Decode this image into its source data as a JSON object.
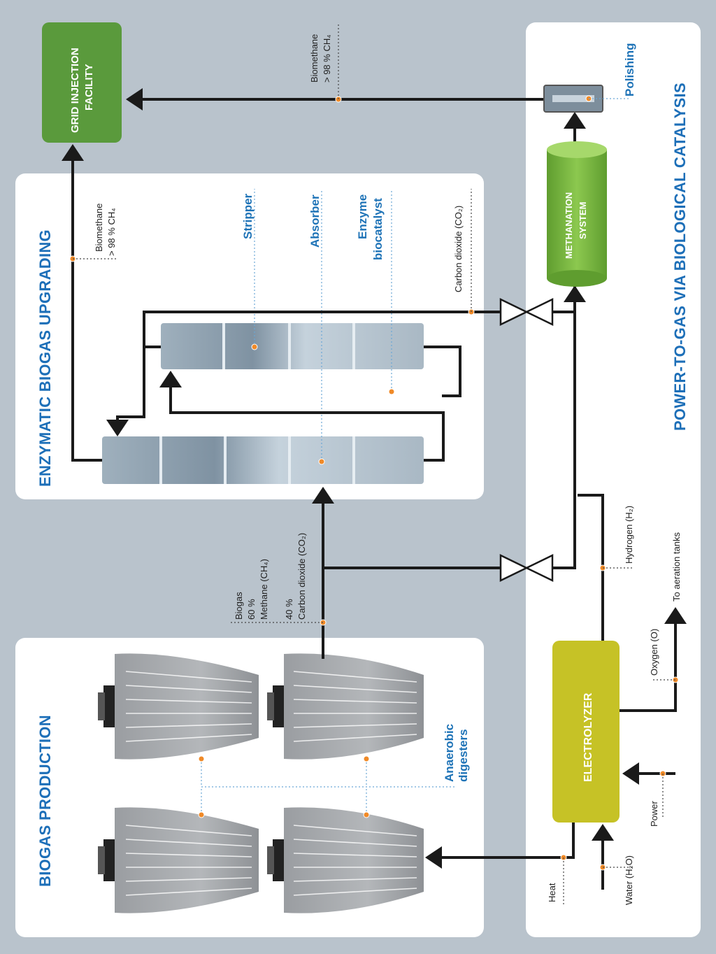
{
  "sections": {
    "biogas_production": "BIOGAS PRODUCTION",
    "enzymatic_upgrading": "ENZYMATIC BIOGAS UPGRADING",
    "power_to_gas": "POWER-TO-GAS VIA BIOLOGICAL CATALYSIS"
  },
  "boxes": {
    "grid_injection_line1": "GRID INJECTION",
    "grid_injection_line2": "FACILITY",
    "methanation_line1": "METHANATION",
    "methanation_line2": "SYSTEM",
    "electrolyzer": "ELECTROLYZER"
  },
  "labels": {
    "stripper": "Stripper",
    "absorber": "Absorber",
    "enzyme_line1": "Enzyme",
    "enzyme_line2": "biocatalyst",
    "anaerobic_line1": "Anaerobic",
    "anaerobic_line2": "digesters",
    "polishing": "Polishing",
    "carbon_dioxide": "Carbon dioxide (CO₂)",
    "biomethane_upgrading_line1": "Biomethane",
    "biomethane_upgrading_line2": "> 98 % CH₄",
    "biomethane_p2g_line1": "Biomethane",
    "biomethane_p2g_line2": "> 98 % CH₄",
    "biogas_line1": "Biogas",
    "biogas_line2": "60 %",
    "biogas_line3": "Methane (CH₄)",
    "biogas_line4": "40 %",
    "biogas_line5": "Carbon dioxide (CO₂)",
    "hydrogen": "Hydrogen (H₂)",
    "to_aeration": "To aeration tanks",
    "oxygen": "Oxygen (O)",
    "power": "Power",
    "heat": "Heat",
    "water": "Water (H₂O)"
  },
  "colors": {
    "background": "#b9c3cc",
    "panel": "#ffffff",
    "title_blue": "#1d6fb8",
    "grid_green": "#5a9a3c",
    "methanation_green": "#73b33a",
    "electrolyzer_yellow": "#c6c226",
    "marker_orange": "#f08a28"
  }
}
